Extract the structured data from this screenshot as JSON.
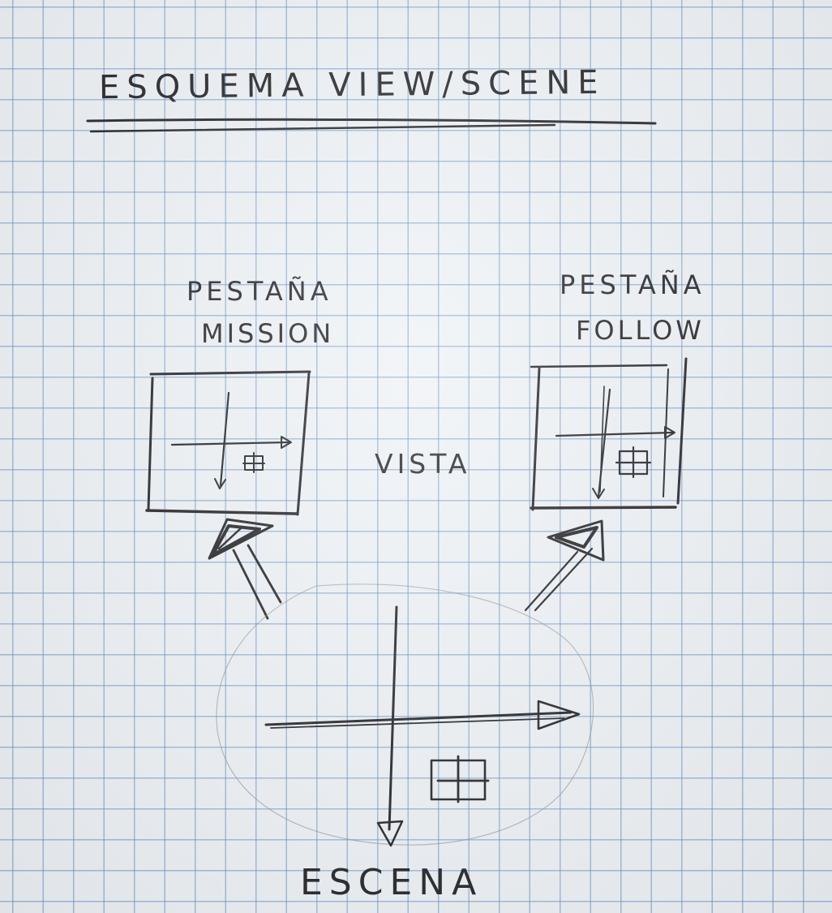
{
  "title": "ESQUEMA VIEW/SCENE",
  "tabs": {
    "mission": {
      "line1": "PESTAÑA",
      "line2": "MISSION"
    },
    "follow": {
      "line1": "PESTAÑA",
      "line2": "FOLLOW"
    }
  },
  "center_label": "VISTA",
  "scene_label": "ESCENA",
  "colors": {
    "paper": "#eef2f6",
    "grid": "#5f8cbe",
    "ink": "#1e1e22"
  }
}
